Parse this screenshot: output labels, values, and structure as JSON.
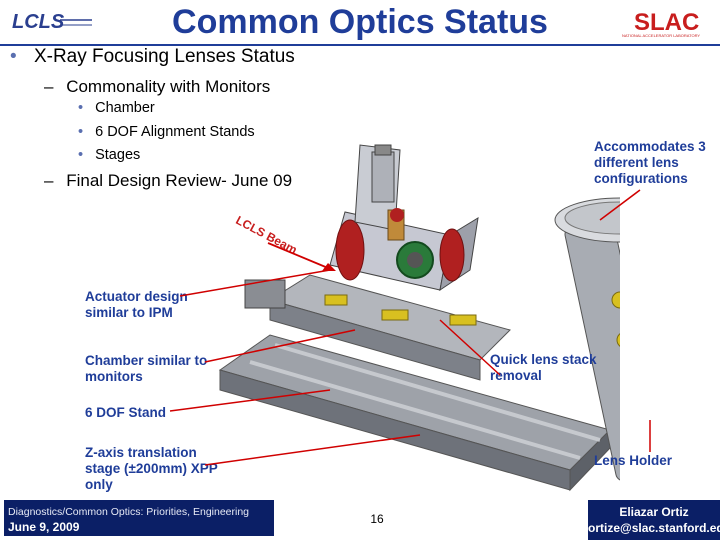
{
  "header": {
    "title": "Common Optics Status",
    "lcls_logo_text": "LCLS",
    "slac_logo_text": "SLAC",
    "slac_logo_subtext": "NATIONAL ACCELERATOR LABORATORY"
  },
  "bullets": {
    "l1": "X-Ray Focusing Lenses Status",
    "l2a": "Commonality with Monitors",
    "l3": [
      "Chamber",
      "6 DOF Alignment Stands",
      "Stages"
    ],
    "l2b": "Final Design Review- June 09"
  },
  "beam_label": "LCLS Beam",
  "callouts": {
    "accommodates": "Accommodates 3 different lens configurations",
    "actuator": "Actuator design similar to IPM",
    "chamber": "Chamber similar to monitors",
    "quick_lens": "Quick lens stack removal",
    "dof_stand": "6 DOF Stand",
    "z_axis": "Z-axis translation stage (±200mm) XPP only",
    "lens_holder": "Lens Holder"
  },
  "footer": {
    "left_line1": "Diagnostics/Common Optics: Priorities, Engineering",
    "left_line2": "June 9, 2009",
    "page_number": "16",
    "right_line1": "Eliazar Ortiz",
    "right_line2": "ortize@slac.stanford.edu"
  },
  "colors": {
    "title_blue": "#1f3d99",
    "callout_blue": "#1f3d99",
    "footer_navy": "#0b1f66",
    "leader_red": "#d00000"
  }
}
